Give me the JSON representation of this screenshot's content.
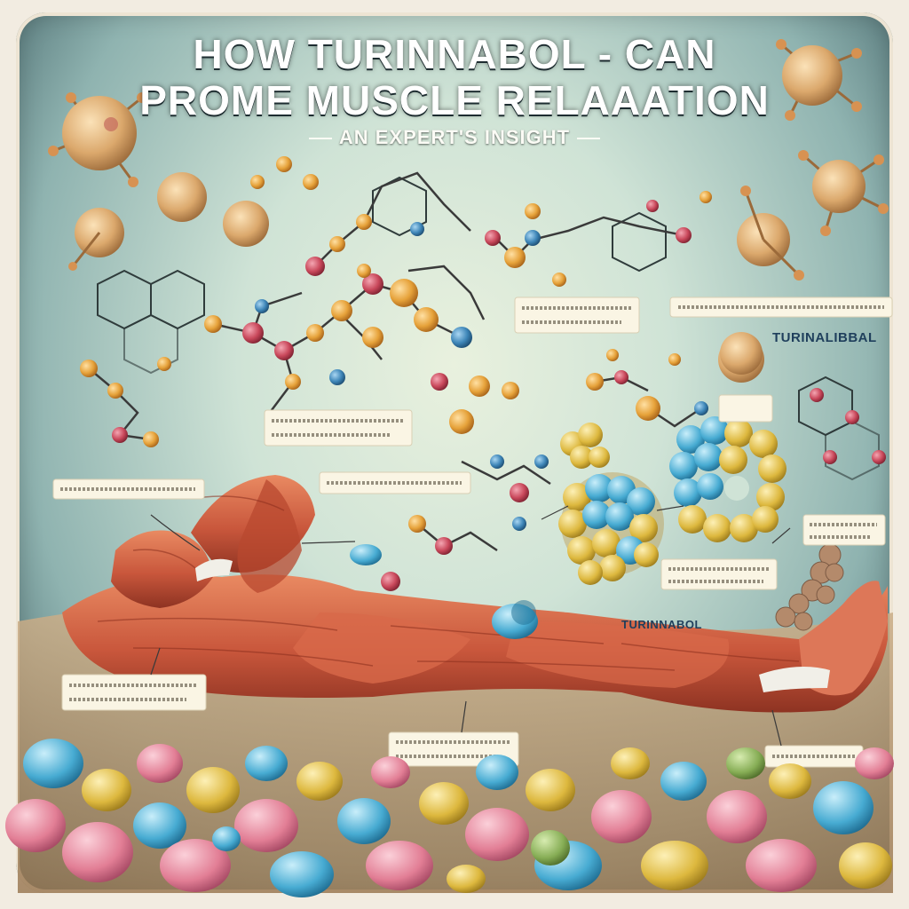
{
  "poster": {
    "title_line_1": "HOW TURINNABOL - CAN",
    "title_line_2": "PROME MUSCLE RELAAATION",
    "subtitle": "AN EXPERT'S INSIGHT",
    "tags": {
      "turinabol": "TURINALIBBAL",
      "muscle": "TURINNABOL"
    }
  },
  "palette": {
    "molecule_orange": "#e6a23a",
    "molecule_red": "#c9485b",
    "molecule_blue": "#3e86b8",
    "muscle_red": "#c9573c",
    "cluster_blue": "#4a8fc2",
    "cluster_gold": "#d9a33b",
    "sphere_pink": "#e7869a",
    "sphere_cyan": "#4fb3d6",
    "sphere_yellow": "#e2c14c"
  },
  "icons": [
    "virus-cell-icon",
    "molecule-icon",
    "protein-cluster-icon",
    "muscle-figure-icon"
  ]
}
